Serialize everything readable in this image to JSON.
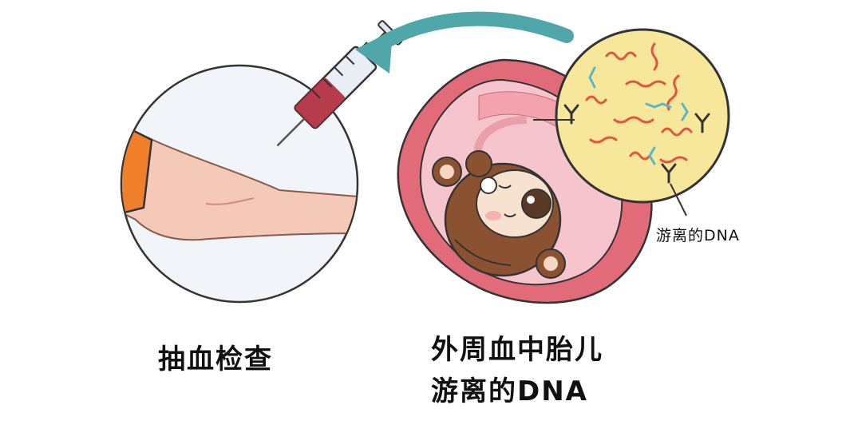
{
  "labels": {
    "blood_draw": "抽血检查",
    "main_line1": "外周血中胎儿",
    "main_line2": "游离的DNA",
    "callout": "游离的DNA"
  },
  "colors": {
    "skin": "#f5c9b8",
    "sleeve": "#ef7f2a",
    "blood": "#b0283a",
    "circle_bg": "#f1f4f8",
    "uterus_outer": "#e26b79",
    "uterus_inner": "#f6c4cc",
    "bear": "#8a5230",
    "bear_face": "#f7e2cf",
    "magnifier_bg": "#f7e79a",
    "arrow": "#4fa7aa",
    "dna_strand": "#e2553f",
    "dna_blue": "#5bb7c8",
    "outline": "#333333"
  },
  "icons": [
    "syringe-icon",
    "arm-icon",
    "curved-arrow-icon",
    "fetus-bear-icon",
    "magnifier-icon",
    "y-chromosome-icon"
  ]
}
